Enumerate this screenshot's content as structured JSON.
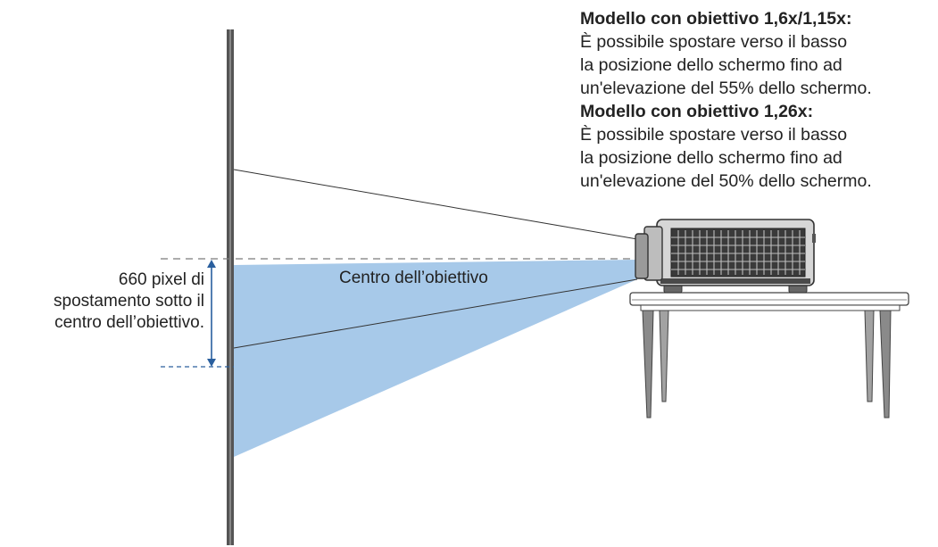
{
  "notes": [
    {
      "heading": "Modello con obiettivo 1,6x/1,15x:",
      "lines": [
        "È possibile spostare verso il basso",
        "la posizione dello schermo fino ad",
        "un'elevazione del 55% dello schermo."
      ]
    },
    {
      "heading": "Modello con obiettivo 1,26x:",
      "lines": [
        "È possibile spostare verso il basso",
        "la posizione dello schermo fino ad",
        "un'elevazione del 50% dello schermo."
      ]
    }
  ],
  "lens_center_label": "Centro dell’obiettivo",
  "offset_label": [
    "660 pixel di",
    "spostamento sotto il",
    "centro dell’obiettivo."
  ],
  "colors": {
    "beam": "#a7c9e9",
    "arrow": "#2a5f9e",
    "screen": "#555555",
    "dashed": "#7a7a7a"
  }
}
